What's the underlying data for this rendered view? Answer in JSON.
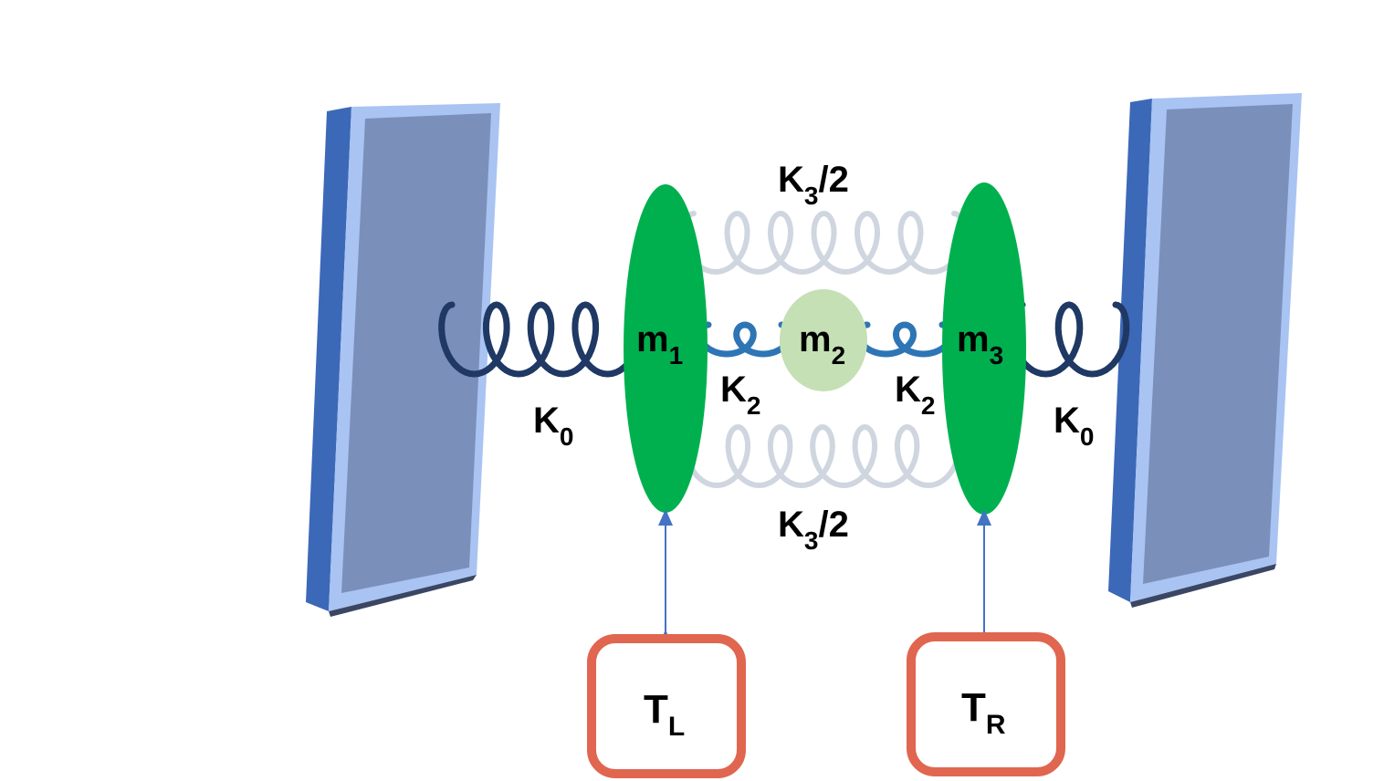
{
  "colors": {
    "wall_face": "#7b8fbb",
    "wall_edge": "#3c68b8",
    "wall_highlight": "#a9c4f2",
    "wall_shadow": "#3a4663",
    "mass_large": "#00b04f",
    "mass_small": "#c5e0b4",
    "spring_dark": "#1f3864",
    "spring_mid": "#2e75b6",
    "spring_light": "#d0d6e0",
    "bath_border": "#e06650",
    "link_arrow": "#4472c4"
  },
  "masses": [
    {
      "base": "m",
      "sub": "1"
    },
    {
      "base": "m",
      "sub": "2"
    },
    {
      "base": "m",
      "sub": "3"
    }
  ],
  "springs": {
    "k0_left": {
      "base": "K",
      "sub": "0"
    },
    "k0_right": {
      "base": "K",
      "sub": "0"
    },
    "k2_left": {
      "base": "K",
      "sub": "2"
    },
    "k2_right": {
      "base": "K",
      "sub": "2"
    },
    "k3_top": {
      "base": "K",
      "sub": "3",
      "suffix": "/2"
    },
    "k3_bottom": {
      "base": "K",
      "sub": "3",
      "suffix": "/2"
    }
  },
  "baths": {
    "left": {
      "base": "T",
      "sub": "L"
    },
    "right": {
      "base": "T",
      "sub": "R"
    }
  }
}
